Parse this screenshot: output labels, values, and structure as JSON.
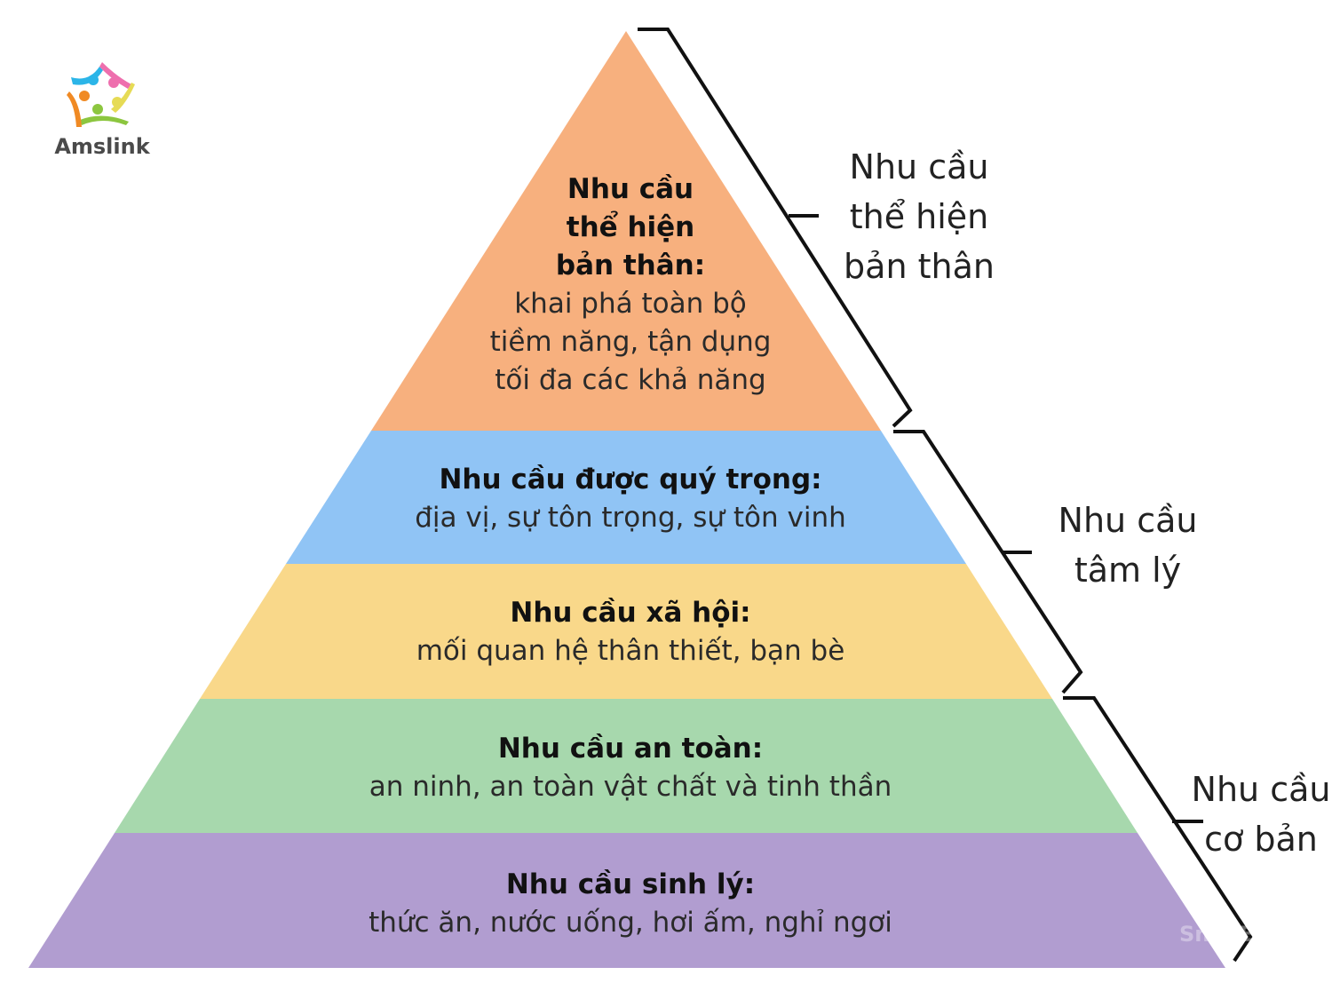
{
  "logo": {
    "text": "Amslink"
  },
  "watermark": "SnapEdit",
  "levels": [
    {
      "title_lines": [
        "Nhu cầu",
        "thể hiện",
        "bản thân:"
      ],
      "desc_lines": [
        "khai phá toàn bộ",
        "tiềm năng, tận dụng",
        "tối đa các khả năng"
      ],
      "color": "#f7b07e"
    },
    {
      "title": "Nhu cầu được quý trọng:",
      "desc": "địa vị, sự tôn trọng, sự tôn vinh",
      "color": "#90c4f5"
    },
    {
      "title": "Nhu cầu xã hội:",
      "desc": "mối quan hệ thân thiết, bạn bè",
      "color": "#f9d88a"
    },
    {
      "title": "Nhu cầu an toàn:",
      "desc": "an ninh, an toàn vật chất và tinh thần",
      "color": "#a7d8ad"
    },
    {
      "title": "Nhu cầu sinh lý:",
      "desc": "thức ăn, nước uống, hơi ấm, nghỉ ngơi",
      "color": "#b19dd0"
    }
  ],
  "groups": [
    {
      "lines": [
        "Nhu cầu",
        "thể hiện",
        "bản thân"
      ]
    },
    {
      "lines": [
        "Nhu cầu",
        "tâm lý"
      ]
    },
    {
      "lines": [
        "Nhu cầu",
        "cơ bản"
      ]
    }
  ]
}
